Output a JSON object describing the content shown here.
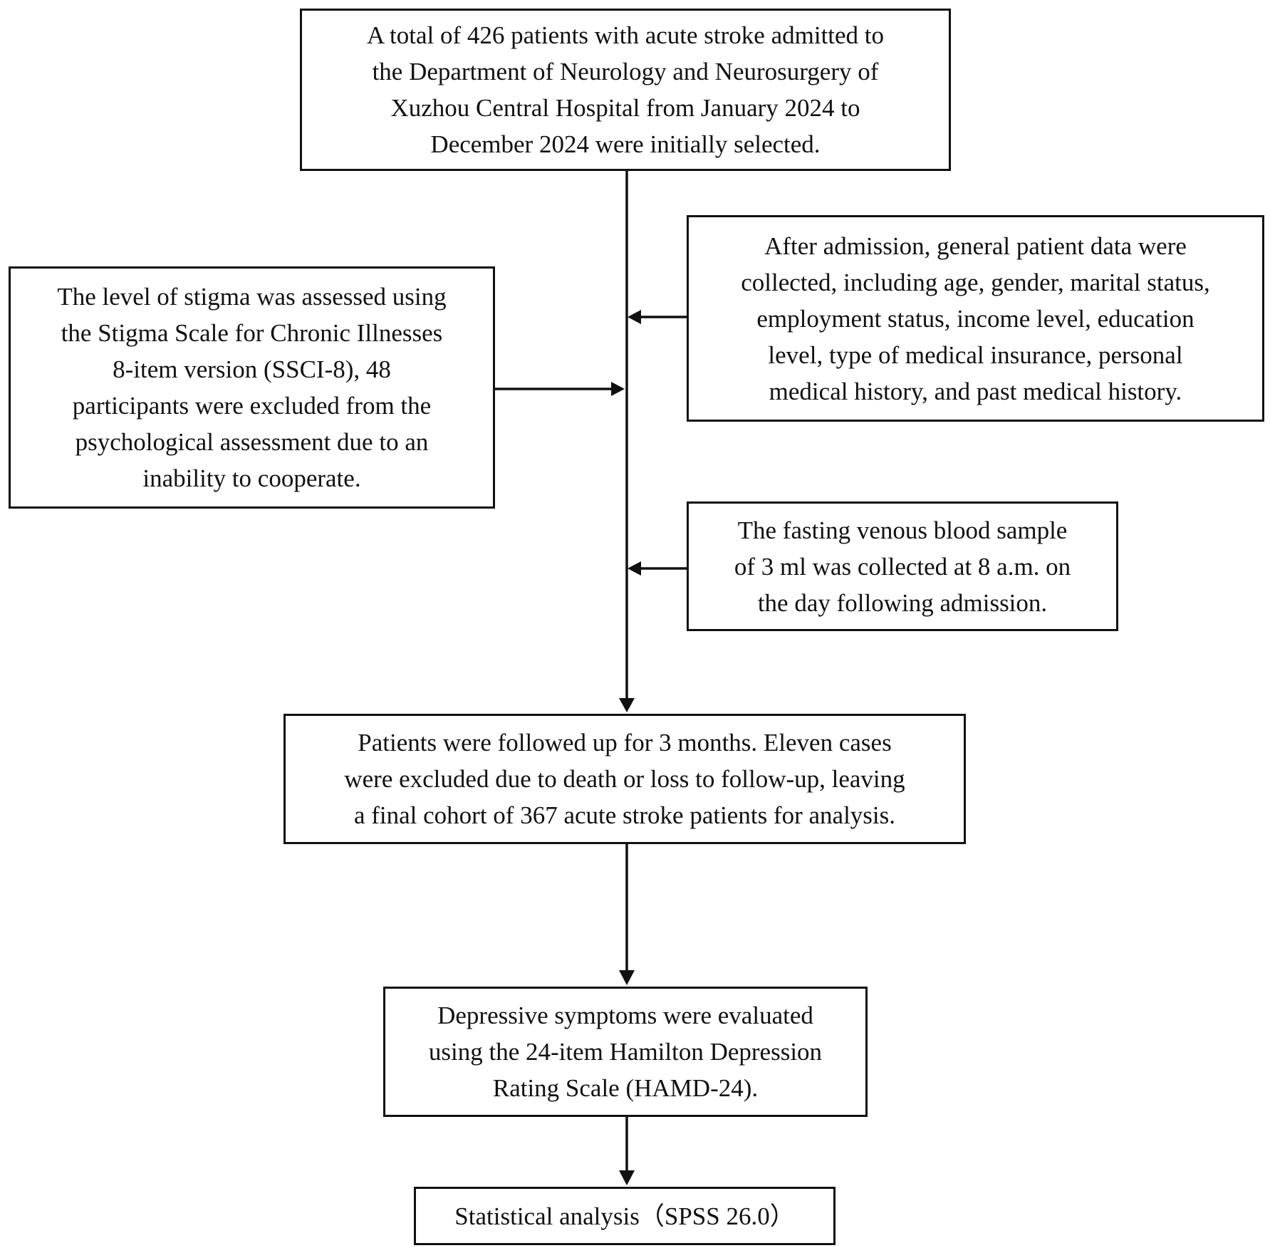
{
  "flowchart": {
    "box_initial": "A total of 426 patients with acute stroke admitted to\nthe Department of Neurology and Neurosurgery of\nXuzhou Central Hospital from January 2024 to\nDecember 2024 were initially selected.",
    "box_general_data": "After admission, general patient data were\ncollected, including age, gender, marital status,\nemployment status, income level, education\nlevel, type of medical insurance, personal\nmedical history, and past medical history.",
    "box_stigma": "The level of stigma was assessed using\nthe Stigma Scale for Chronic Illnesses\n8-item version (SSCI-8), 48\nparticipants were excluded from the\npsychological assessment due to an\ninability to cooperate.",
    "box_blood": "The fasting venous blood sample\nof 3 ml was collected at 8 a.m. on\nthe day following admission.",
    "box_followup": "Patients were followed up for 3 months. Eleven cases\nwere excluded due to death or loss to follow-up, leaving\na final cohort of 367 acute stroke patients for analysis.",
    "box_depression": "Depressive symptoms were evaluated\nusing the 24-item Hamilton Depression\nRating Scale (HAMD-24).",
    "box_statistics": "Statistical analysis（SPSS 26.0）"
  },
  "colors": {
    "line": "#111111",
    "background": "#ffffff"
  }
}
